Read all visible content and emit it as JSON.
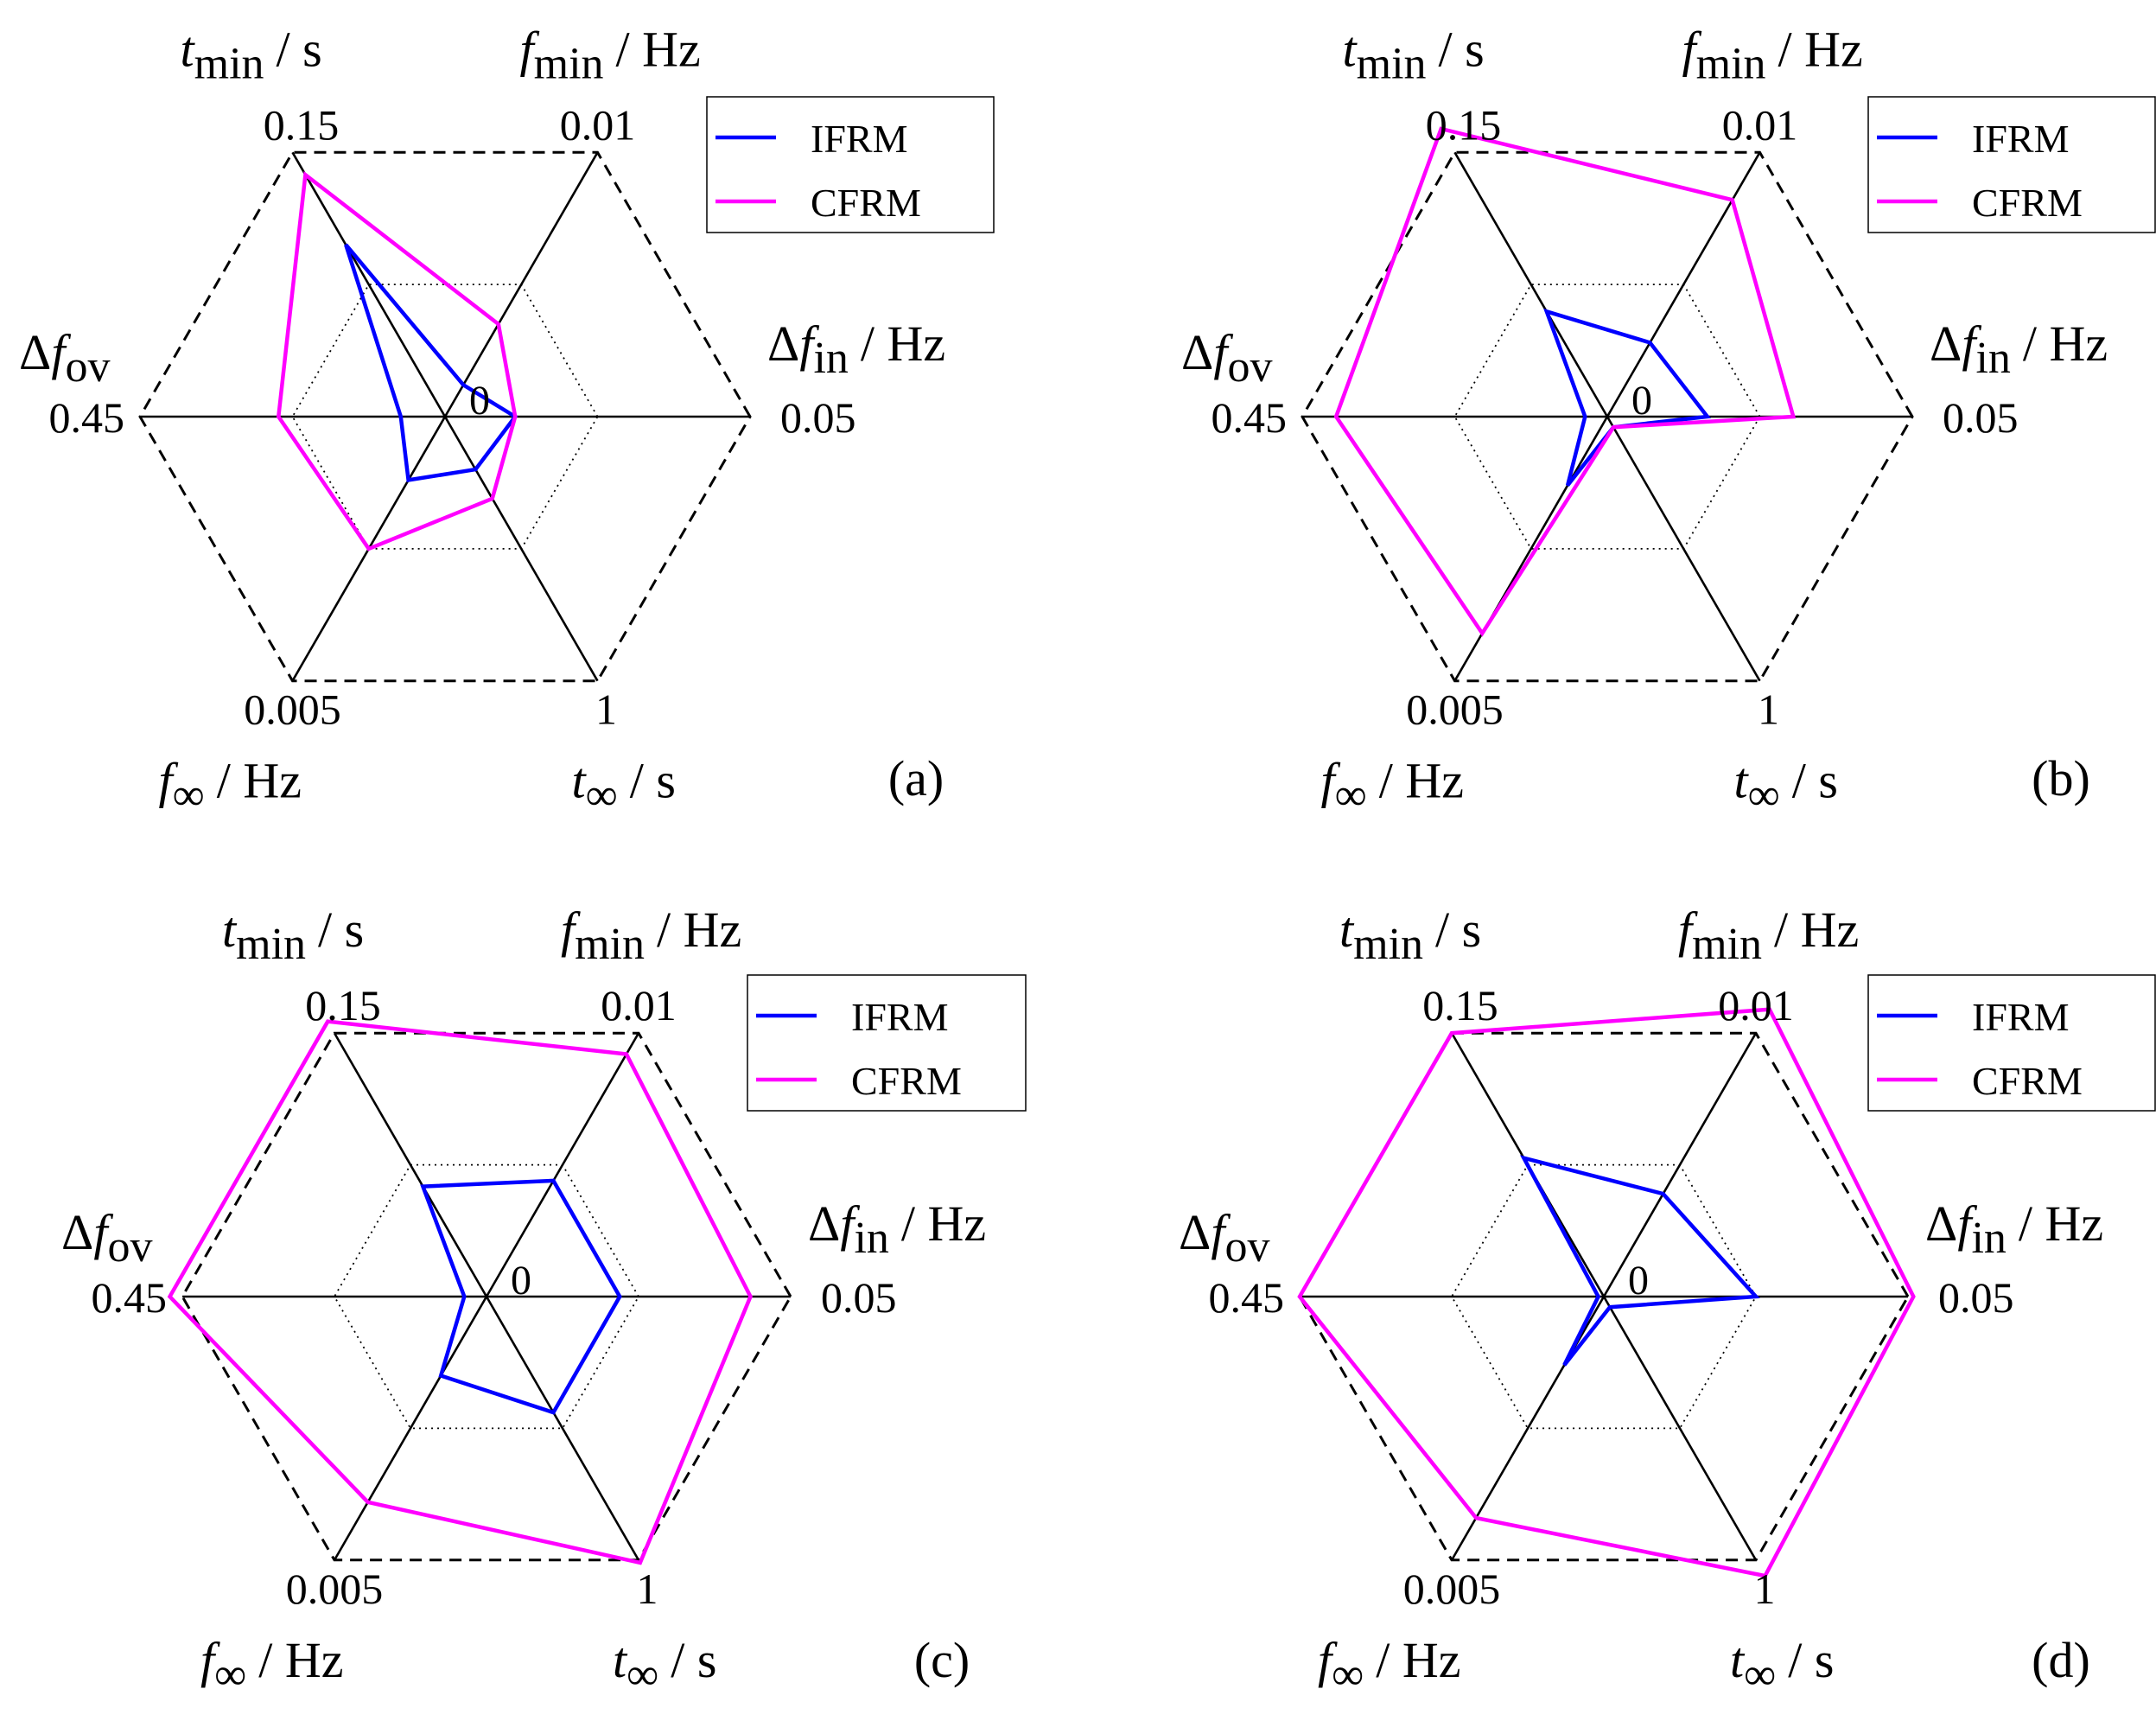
{
  "chart_data": [
    {
      "type": "radar",
      "panel_label": "(a)",
      "center_label": "0",
      "axes": [
        {
          "label": "Δf",
          "sub": "in",
          "unit": "/ Hz",
          "max_label": "0.05",
          "max": 0.05
        },
        {
          "label": "f",
          "sub": "min",
          "unit": "/ Hz",
          "max_label": "0.01",
          "max": 0.01
        },
        {
          "label": "t",
          "sub": "min",
          "unit": "/ s",
          "max_label": "0.15",
          "max": 0.15
        },
        {
          "label": "Δf",
          "sub": "ov",
          "unit": "",
          "max_label": "0.45",
          "max": 0.45
        },
        {
          "label": "f",
          "sub": "∞",
          "unit": "/ Hz",
          "max_label": "0.005",
          "max": 0.005
        },
        {
          "label": "t",
          "sub": "∞",
          "unit": "/ s",
          "max_label": "1",
          "max": 1
        }
      ],
      "series": [
        {
          "name": "IFRM",
          "color": "#0000ff",
          "values": [
            0.0115,
            0.0012,
            0.0976,
            0.0653,
            0.0012,
            0.2
          ]
        },
        {
          "name": "CFRM",
          "color": "#ff00ff",
          "values": [
            0.0115,
            0.0035,
            0.1373,
            0.2457,
            0.0025,
            0.31
          ]
        }
      ]
    },
    {
      "type": "radar",
      "panel_label": "(b)",
      "center_label": "0",
      "axes": [
        {
          "label": "Δf",
          "sub": "in",
          "unit": "/ Hz",
          "max_label": "0.05",
          "max": 0.05
        },
        {
          "label": "f",
          "sub": "min",
          "unit": "/ Hz",
          "max_label": "0.01",
          "max": 0.01
        },
        {
          "label": "t",
          "sub": "min",
          "unit": "/ s",
          "max_label": "0.15",
          "max": 0.15
        },
        {
          "label": "Δf",
          "sub": "ov",
          "unit": "",
          "max_label": "0.45",
          "max": 0.45
        },
        {
          "label": "f",
          "sub": "∞",
          "unit": "/ Hz",
          "max_label": "0.005",
          "max": 0.005
        },
        {
          "label": "t",
          "sub": "∞",
          "unit": "/ s",
          "max_label": "1",
          "max": 1
        }
      ],
      "series": [
        {
          "name": "IFRM",
          "color": "#0000ff",
          "values": [
            0.0164,
            0.0028,
            0.0597,
            0.0327,
            0.0013,
            0.04
          ]
        },
        {
          "name": "CFRM",
          "color": "#ff00ff",
          "values": [
            0.0305,
            0.0082,
            0.1634,
            0.4,
            0.0041,
            0.04
          ]
        }
      ]
    },
    {
      "type": "radar",
      "panel_label": "(c)",
      "center_label": "0",
      "axes": [
        {
          "label": "Δf",
          "sub": "in",
          "unit": "/ Hz",
          "max_label": "0.05",
          "max": 0.05
        },
        {
          "label": "f",
          "sub": "min",
          "unit": "/ Hz",
          "max_label": "0.01",
          "max": 0.01
        },
        {
          "label": "t",
          "sub": "min",
          "unit": "/ s",
          "max_label": "0.15",
          "max": 0.15
        },
        {
          "label": "Δf",
          "sub": "ov",
          "unit": "",
          "max_label": "0.45",
          "max": 0.45
        },
        {
          "label": "f",
          "sub": "∞",
          "unit": "/ Hz",
          "max_label": "0.005",
          "max": 0.005
        },
        {
          "label": "t",
          "sub": "∞",
          "unit": "/ s",
          "max_label": "1",
          "max": 1
        }
      ],
      "series": [
        {
          "name": "IFRM",
          "color": "#0000ff",
          "values": [
            0.0219,
            0.0044,
            0.0627,
            0.0329,
            0.0015,
            0.44
          ]
        },
        {
          "name": "CFRM",
          "color": "#ff00ff",
          "values": [
            0.0434,
            0.0092,
            0.1566,
            0.4685,
            0.0039,
            1.01
          ]
        }
      ]
    },
    {
      "type": "radar",
      "panel_label": "(d)",
      "center_label": "0",
      "axes": [
        {
          "label": "Δf",
          "sub": "in",
          "unit": "/ Hz",
          "max_label": "0.05",
          "max": 0.05
        },
        {
          "label": "f",
          "sub": "min",
          "unit": "/ Hz",
          "max_label": "0.01",
          "max": 0.01
        },
        {
          "label": "t",
          "sub": "min",
          "unit": "/ s",
          "max_label": "0.15",
          "max": 0.15
        },
        {
          "label": "Δf",
          "sub": "ov",
          "unit": "",
          "max_label": "0.45",
          "max": 0.45
        },
        {
          "label": "f",
          "sub": "∞",
          "unit": "/ Hz",
          "max_label": "0.005",
          "max": 0.005
        },
        {
          "label": "t",
          "sub": "∞",
          "unit": "/ s",
          "max_label": "1",
          "max": 1
        }
      ],
      "series": [
        {
          "name": "IFRM",
          "color": "#0000ff",
          "values": [
            0.025,
            0.0039,
            0.0789,
            0.0082,
            0.0013,
            0.04
          ]
        },
        {
          "name": "CFRM",
          "color": "#ff00ff",
          "values": [
            0.0509,
            0.0109,
            0.15,
            0.45,
            0.0042,
            1.06
          ]
        }
      ]
    }
  ]
}
